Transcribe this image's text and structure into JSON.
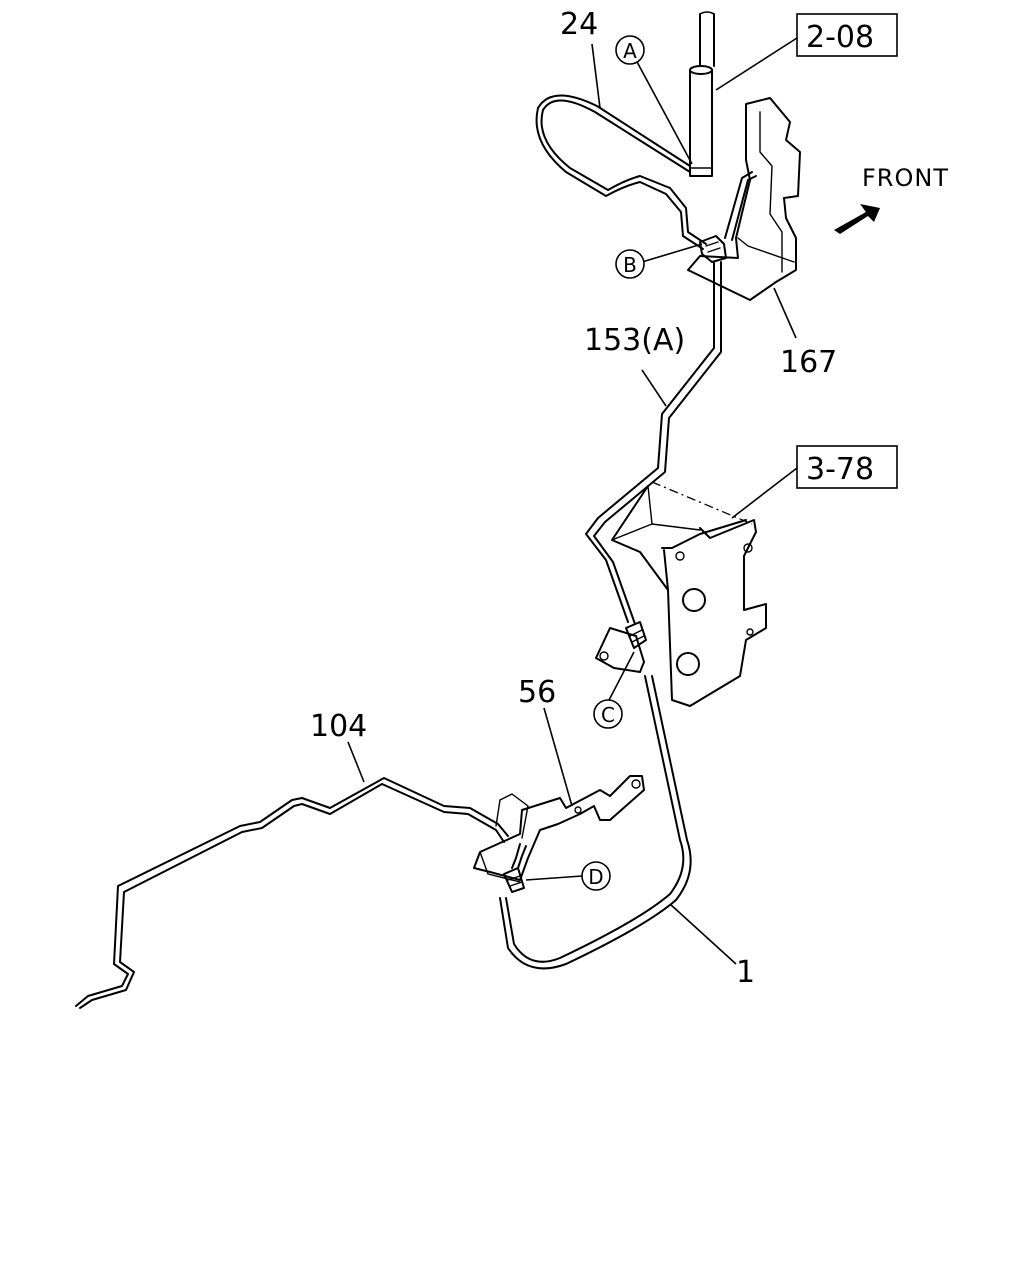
{
  "diagram": {
    "direction_label": "FRONT",
    "part_labels": {
      "p24": "24",
      "p153a": "153(A)",
      "p167": "167",
      "p56": "56",
      "p104": "104",
      "p1": "1"
    },
    "reference_boxes": {
      "ref_2_08": "2-08",
      "ref_3_78": "3-78"
    },
    "connection_markers": {
      "a": "A",
      "b": "B",
      "c": "C",
      "d": "D"
    }
  }
}
